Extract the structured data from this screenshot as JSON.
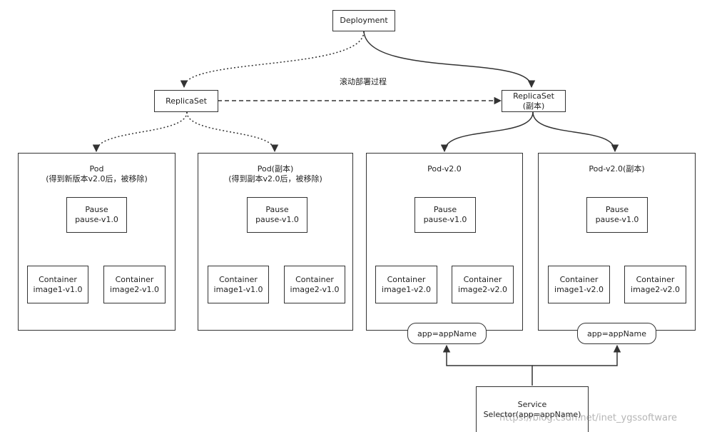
{
  "deployment": {
    "label": "Deployment"
  },
  "replicaset_old": {
    "label": "ReplicaSet"
  },
  "replicaset_new": {
    "label": "ReplicaSet",
    "sub": "(副本)"
  },
  "rolling_update_label": "滚动部署过程",
  "pods": [
    {
      "title": "Pod",
      "subtitle": "(得到新版本v2.0后，被移除)",
      "pause": {
        "title": "Pause",
        "image": "pause-v1.0"
      },
      "containers": [
        {
          "title": "Container",
          "image": "image1-v1.0"
        },
        {
          "title": "Container",
          "image": "image2-v1.0"
        }
      ]
    },
    {
      "title": "Pod(副本)",
      "subtitle": "(得到副本v2.0后，被移除)",
      "pause": {
        "title": "Pause",
        "image": "pause-v1.0"
      },
      "containers": [
        {
          "title": "Container",
          "image": "image1-v1.0"
        },
        {
          "title": "Container",
          "image": "image2-v1.0"
        }
      ]
    },
    {
      "title": "Pod-v2.0",
      "subtitle": "",
      "pause": {
        "title": "Pause",
        "image": "pause-v1.0"
      },
      "containers": [
        {
          "title": "Container",
          "image": "image1-v2.0"
        },
        {
          "title": "Container",
          "image": "image2-v2.0"
        }
      ],
      "label": "app=appName"
    },
    {
      "title": "Pod-v2.0(副本)",
      "subtitle": "",
      "pause": {
        "title": "Pause",
        "image": "pause-v1.0"
      },
      "containers": [
        {
          "title": "Container",
          "image": "image1-v2.0"
        },
        {
          "title": "Container",
          "image": "image2-v2.0"
        }
      ],
      "label": "app=appName"
    }
  ],
  "service": {
    "title": "Service",
    "selector": "Selector(app=appName)"
  },
  "watermark": "https://blog.csdn.net/inet_ygssoftware",
  "colors": {
    "line": "#333333",
    "background": "#ffffff"
  }
}
